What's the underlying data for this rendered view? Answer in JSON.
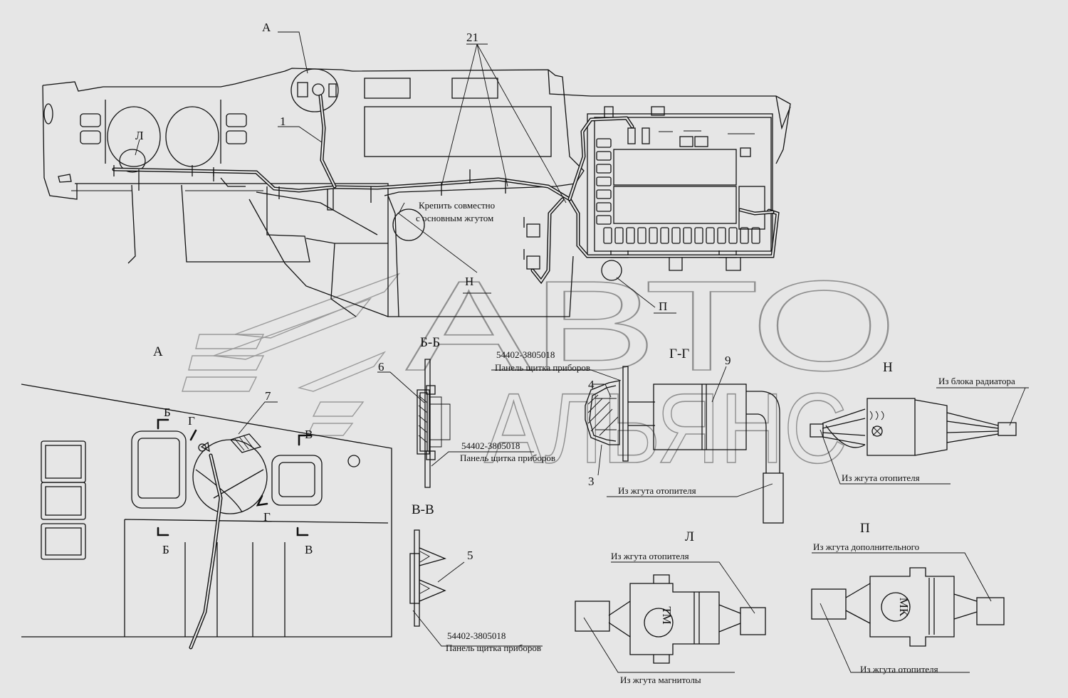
{
  "labels": {
    "view_a_callout": "А",
    "part_21": "21",
    "part_1": "1",
    "view_l_callout": "Л",
    "note_fix_line1": "Крепить совместно",
    "note_fix_line2": "с основным жгутом",
    "view_n_callout": "Н",
    "view_p_callout": "П",
    "section_a": "А",
    "cut_b_left": "Б",
    "cut_b_bottom": "Б",
    "cut_g_top": "Г",
    "cut_g_bottom": "Г",
    "cut_v_top": "В",
    "cut_v_bottom": "В",
    "part_7": "7",
    "section_bb": "Б-Б",
    "part_6": "6",
    "code_bb": "54402-3805018",
    "panel_bb": "Панель щитка приборов",
    "section_gg": "Г-Г",
    "part_9": "9",
    "part_4": "4",
    "part_3": "3",
    "code_gg": "54402-3805018",
    "panel_gg": "Панель щитка приборов",
    "heater_harness_gg": "Из жгута отопителя",
    "section_vv": "В-В",
    "part_5": "5",
    "code_vv": "54402-3805018",
    "panel_vv": "Панель щитка приборов",
    "section_n": "Н",
    "from_radiator_block": "Из блока радиатора",
    "heater_harness_n": "Из жгута отопителя",
    "section_l": "Л",
    "heater_harness_l": "Из жгута отопителя",
    "connector_tm": "ТМ",
    "radio_harness": "Из жгута магнитолы",
    "section_p": "П",
    "additional_harness": "Из жгута дополнительного",
    "connector_mk": "МК",
    "heater_harness_p": "Из жгута отопителя"
  },
  "watermark": {
    "line1": "АВТО",
    "line2": "АЛЬЯНС"
  },
  "colors": {
    "background": "#e6e6e6",
    "line": "#111111",
    "watermark": "#9a9a9a"
  }
}
